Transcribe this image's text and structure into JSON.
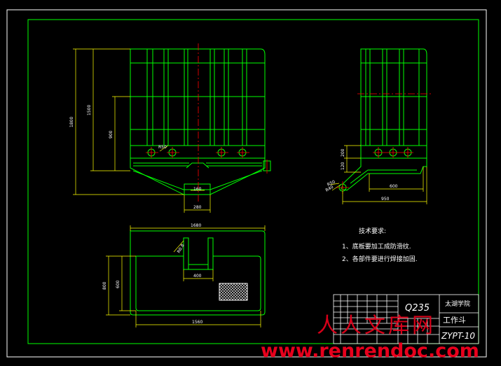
{
  "colors": {
    "frame": "#ffffff",
    "outline": "#00ff00",
    "centerline": "#ff0000",
    "dimension": "#ffff00",
    "text": "#ffffff",
    "watermark": "#e8001c"
  },
  "front_view": {
    "dims": [
      "1800",
      "1500",
      "900",
      "R50",
      "160",
      "280"
    ]
  },
  "side_view": {
    "dims": [
      "120",
      "200",
      "R40",
      "R50",
      "600",
      "950"
    ]
  },
  "top_view": {
    "dims": [
      "1680",
      "800",
      "600",
      "R0.8",
      "400",
      "1560"
    ]
  },
  "notes": {
    "heading": "技术要求:",
    "item1": "1、底板要加工成防滑纹.",
    "item2": "2、各部件要进行焊接加固."
  },
  "title_block": {
    "material": "Q235",
    "school": "太湖学院",
    "part_name": "工作斗",
    "drawing_no": "ZYPT-10"
  },
  "watermark": {
    "cn": "人人文库网",
    "url": "www.renrendoc.com"
  }
}
